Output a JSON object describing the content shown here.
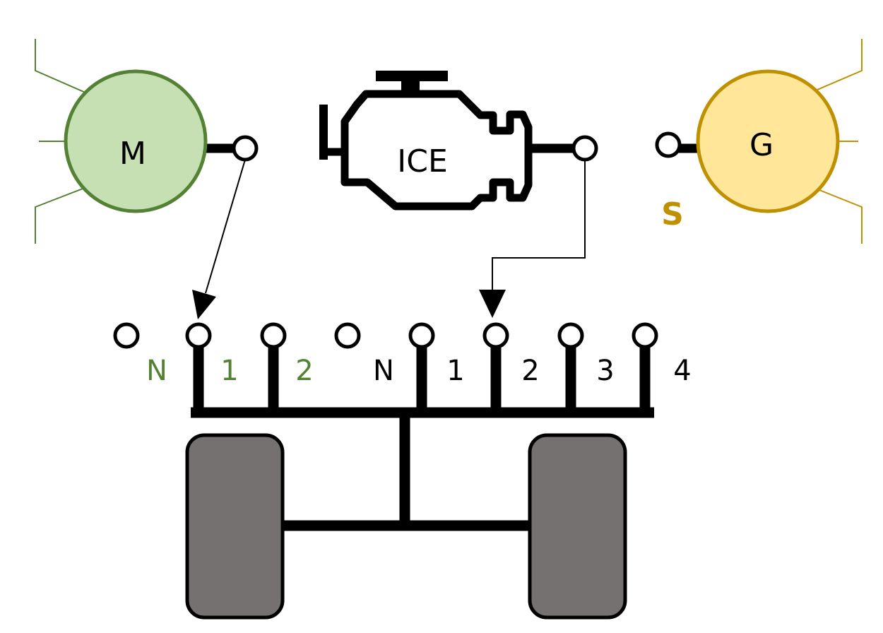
{
  "motor": {
    "label": "M",
    "fill": "#c6e0b4",
    "stroke": "#548235"
  },
  "engine": {
    "label": "ICE"
  },
  "generator": {
    "label": "G",
    "fill": "#ffe699",
    "stroke": "#bf9000",
    "tag": "S"
  },
  "motor_gears": [
    "N",
    "1",
    "2"
  ],
  "engine_gears": [
    "N",
    "1",
    "2",
    "3",
    "4"
  ],
  "colors": {
    "motor_text": "#548235",
    "gen_text": "#bf9000",
    "wheel": "#767171",
    "line": "#000000"
  }
}
